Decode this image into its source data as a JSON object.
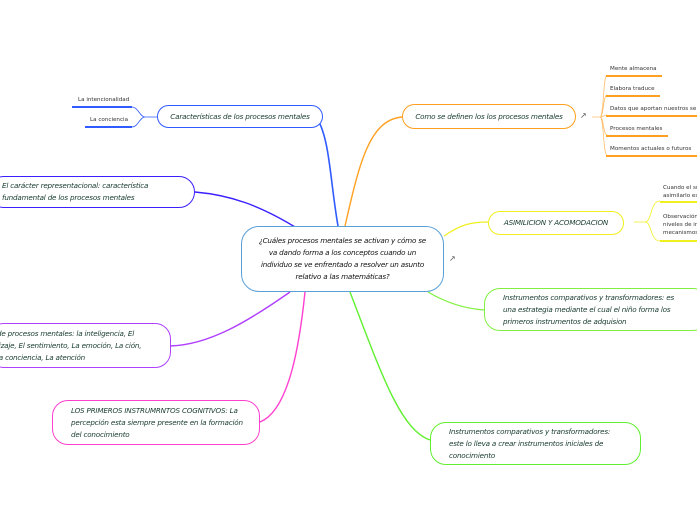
{
  "central": {
    "text": "¿Cuáles procesos mentales se activan y cómo se va dando forma a   los conceptos cuando un individuo se ve enfrentado a resolver un asunto relativo a las matemáticas?",
    "color": "#5aa0d8",
    "link_icon": "external-link-icon"
  },
  "topics": {
    "caracteristicas": {
      "text": "Características de los procesos mentales",
      "color": "#2f5bff",
      "children": [
        "La intencionalidad",
        "La conciencia"
      ]
    },
    "caracter": {
      "text": "El carácter representacional: característica fundamental de los procesos mentales",
      "color": "#3a1fff"
    },
    "tipos": {
      "text": "de procesos mentales: la inteligencia, El lizaje, El sentimiento, La emoción, La ción, la conciencia, La atención",
      "color": "#b040ff"
    },
    "primeros": {
      "text": "LOS PRIMEROS INSTRUMRNTOS COGNITIVOS:  La percepción esta siempre presente en la formación del conocimiento",
      "color": "#ff40d0"
    },
    "definen": {
      "text": "Como se definen los los procesos mentales",
      "color": "#ffa020",
      "link_icon": "external-link-icon",
      "children": [
        "Mente almacena",
        "Elabora traduce",
        "Datos que aportan nuestros se",
        "Procesos mentales",
        "Momentos actuales o futuros"
      ]
    },
    "asimilacion": {
      "text": "ASIMILICION Y ACOMODACION",
      "color": "#f0f020",
      "children": [
        "Cuando el su\nasimilarlo es",
        "Observación\nniveles de in\nmecanismos"
      ]
    },
    "instrumentos1": {
      "text": "Instrumentos comparativos y transformadores: es una estrategia mediante el cual el niño forma los primeros instrumentos de adquision",
      "color": "#80f040"
    },
    "instrumentos2": {
      "text": "Instrumentos comparativos y transformadores: este lo lleva a crear instrumentos iniciales de conocimiento",
      "color": "#60f030"
    }
  }
}
